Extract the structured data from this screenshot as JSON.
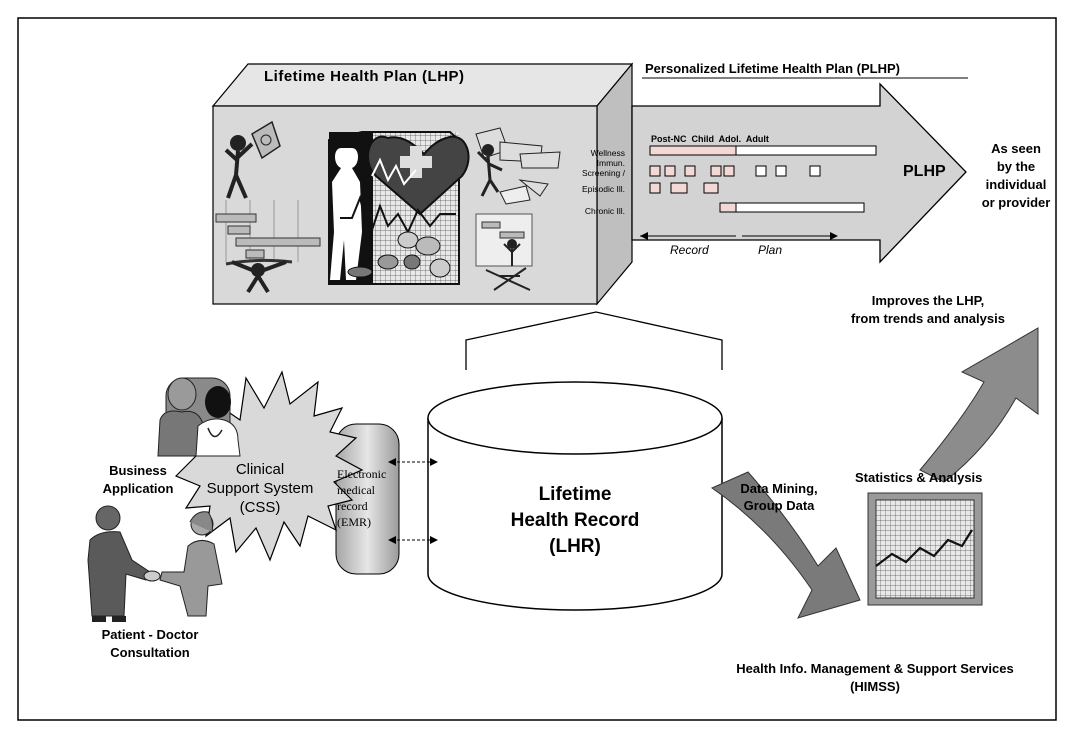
{
  "lhp_title": "Lifetime Health Plan (LHP)",
  "plhp_title": "Personalized Lifetime Health Plan (PLHP)",
  "plhp_arrow_label": "PLHP",
  "row_labels": [
    "Wellness",
    "Immun.",
    "Screening /",
    "Episodic Ill.",
    "Chronic Ill."
  ],
  "stage_labels": "Post-NC  Child  Adol.  Adult",
  "record_label": "Record",
  "plan_label": "Plan",
  "as_seen": "As seen\nby the\nindividual\nor provider",
  "improves": "Improves the LHP,\nfrom trends and analysis",
  "business_app": "Business\nApplication",
  "css_label": "Clinical\nSupport System\n(CSS)",
  "emr_label": "Electronic\nmedical\nrecord\n(EMR)",
  "lhr_label": "Lifetime\nHealth Record\n(LHR)",
  "data_mining": "Data Mining,\nGroup Data",
  "statistics": "Statistics & Analysis",
  "himss": "Health Info. Management & Support Services\n(HIMSS)",
  "patient_doctor": "Patient - Doctor\nConsultation",
  "colors": {
    "box_fill": "#d9d9d9",
    "box_side": "#bfbfbf",
    "arrow_fill": "#d3d3d3",
    "pink_cell": "#f3d9d6",
    "arrow_gray": "#8c8c8c",
    "ink": "#000000"
  }
}
